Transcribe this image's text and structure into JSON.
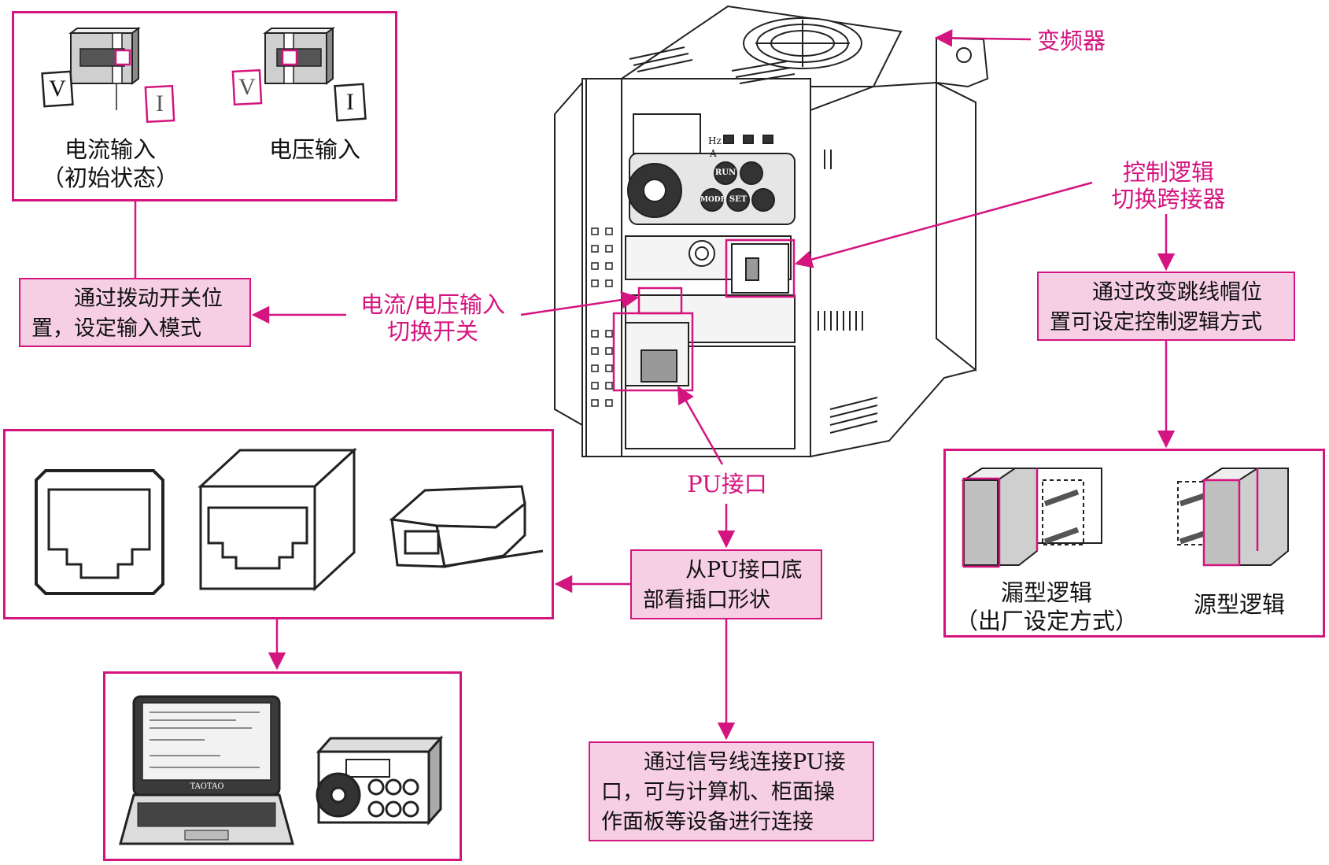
{
  "labels": {
    "inverter": "变频器",
    "control_logic_line1": "控制逻辑",
    "control_logic_line2": "切换跨接器",
    "cv_switch_line1": "电流/电压输入",
    "cv_switch_line2": "切换开关",
    "pu_port": "PU接口"
  },
  "switch_panel": {
    "current_line1": "电流输入",
    "current_line2": "（初始状态）",
    "voltage": "电压输入",
    "letter_v": "V",
    "letter_i": "I"
  },
  "notes": {
    "switch_line1": "通过拨动开关位",
    "switch_line2": "置，设定输入模式",
    "jumper_line1": "通过改变跳线帽位",
    "jumper_line2": "置可设定控制逻辑方式",
    "pu_bottom_line1": "从PU接口底",
    "pu_bottom_line2": "部看插口形状",
    "pu_connect_line1": "通过信号线连接PU接",
    "pu_connect_line2": "口，可与计算机、柜面操",
    "pu_connect_line3": "作面板等设备进行连接"
  },
  "logic_panel": {
    "sink_line1": "漏型逻辑",
    "sink_line2": "（出厂设定方式）",
    "source": "源型逻辑"
  },
  "device_text": {
    "laptop_brand": "TAOTAO",
    "key_run": "RUN",
    "key_mode": "MODE",
    "key_set": "SET",
    "unit_hz": "Hz",
    "unit_a": "A"
  },
  "colors": {
    "accent": "#d4147f",
    "note_fill": "#f7cfe4",
    "line": "#222222"
  }
}
